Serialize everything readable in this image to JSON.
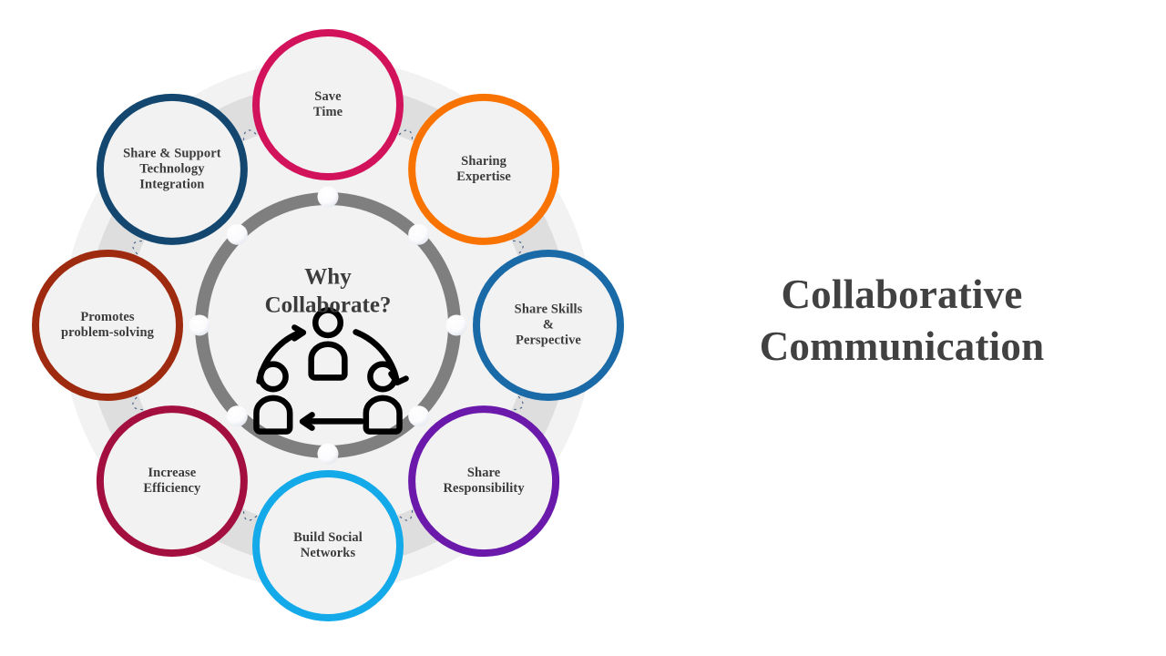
{
  "slide": {
    "title": "Collaborative\nCommunication",
    "background_color": "#ffffff"
  },
  "diagram": {
    "type": "radial-cycle",
    "hub": {
      "title": "Why\nCollaborate?",
      "ring_color": "#7f7f7f",
      "fill_color": "#f2f2f2",
      "icon": "collaboration-three-people-icon"
    },
    "connector_dot_color": "#ffffff",
    "label_color": "#3c3c3c",
    "node_fill": "#f2f2f2",
    "backdrop": {
      "outer_ring_color": "#f2f2f2",
      "inner_band_color": "#dedede",
      "dotted_arc_color": "#2c4a78"
    },
    "nodes": [
      {
        "label": "Save\nTime",
        "color": "#d2125b",
        "angle_deg": -90
      },
      {
        "label": "Sharing\nExpertise",
        "color": "#f97300",
        "angle_deg": -45
      },
      {
        "label": "Share Skills\n&\nPerspective",
        "color": "#1a6aa8",
        "angle_deg": 0
      },
      {
        "label": "Share\nResponsibility",
        "color": "#6a19ab",
        "angle_deg": 45
      },
      {
        "label": "Build Social\nNetworks",
        "color": "#14aaea",
        "angle_deg": 90
      },
      {
        "label": "Increase\nEfficiency",
        "color": "#a31040",
        "angle_deg": 135
      },
      {
        "label": "Promotes\nproblem-solving",
        "color": "#9e2b10",
        "angle_deg": 180
      },
      {
        "label": "Share & Support\nTechnology\nIntegration",
        "color": "#13476f",
        "angle_deg": -135
      }
    ]
  }
}
